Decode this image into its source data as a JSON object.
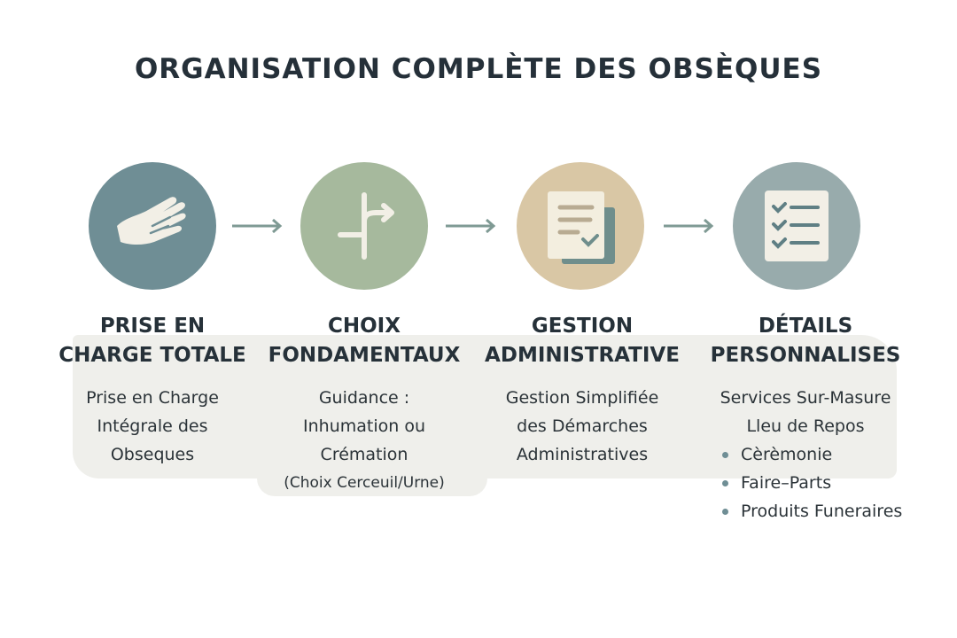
{
  "title": "ORGANISATION COMPLÈTE DES OBSÈQUES",
  "colors": {
    "step1": "#6f8e95",
    "step2": "#a6b99d",
    "step3": "#d9c7a5",
    "step4": "#98abac",
    "arrow": "#7f9a94"
  },
  "steps": [
    {
      "icon": "hand-icon",
      "heading": [
        "PRISE EN",
        "CHARGE TOTALE"
      ],
      "lines": [
        "Prise en Charge",
        "Intégrale des",
        "Obseques"
      ]
    },
    {
      "icon": "branching-arrow-icon",
      "heading": [
        "CHOIX",
        "FONDAMENTAUX"
      ],
      "lines": [
        "Guidance :",
        "Inhumation ou",
        "Crémation",
        "(Choix Cerceuil/Urne)"
      ]
    },
    {
      "icon": "document-check-icon",
      "heading": [
        "GESTION",
        "ADMINISTRATIVE"
      ],
      "lines": [
        "Gestion Simplifiée",
        "des Démarches",
        "Administratives"
      ]
    },
    {
      "icon": "checklist-icon",
      "heading": [
        "DÉTAILS",
        "PERSONNALISES"
      ],
      "lines": [
        "Services Sur-Masure",
        "Lleu de Repos"
      ],
      "bullets": [
        "Cèrèmonie",
        "Faire–Parts",
        "Produits Funeraires"
      ]
    }
  ]
}
